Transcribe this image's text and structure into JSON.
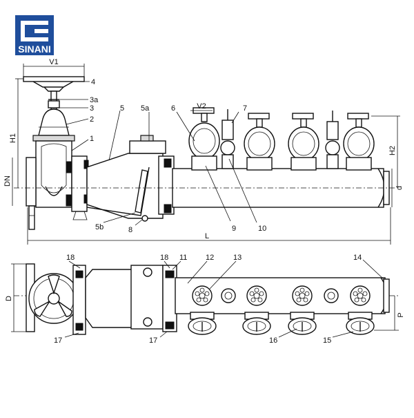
{
  "logo": {
    "text": "SINANI",
    "color": "#1f4e9c"
  },
  "dimensions": {
    "V1": "V1",
    "V2": "V2",
    "H1": "H1",
    "H2": "H2",
    "DN": "DN",
    "d": "d",
    "L": "L",
    "D": "D",
    "P": "P"
  },
  "callouts": {
    "c1": "1",
    "c2": "2",
    "c3": "3",
    "c3a": "3a",
    "c4": "4",
    "c5": "5",
    "c5a": "5a",
    "c5b": "5b",
    "c6": "6",
    "c7": "7",
    "c8": "8",
    "c9": "9",
    "c10": "10",
    "c11": "11",
    "c12": "12",
    "c13": "13",
    "c14": "14",
    "c15": "15",
    "c16": "16",
    "c17a": "17",
    "c17b": "17",
    "c18a": "18",
    "c18b": "18"
  }
}
